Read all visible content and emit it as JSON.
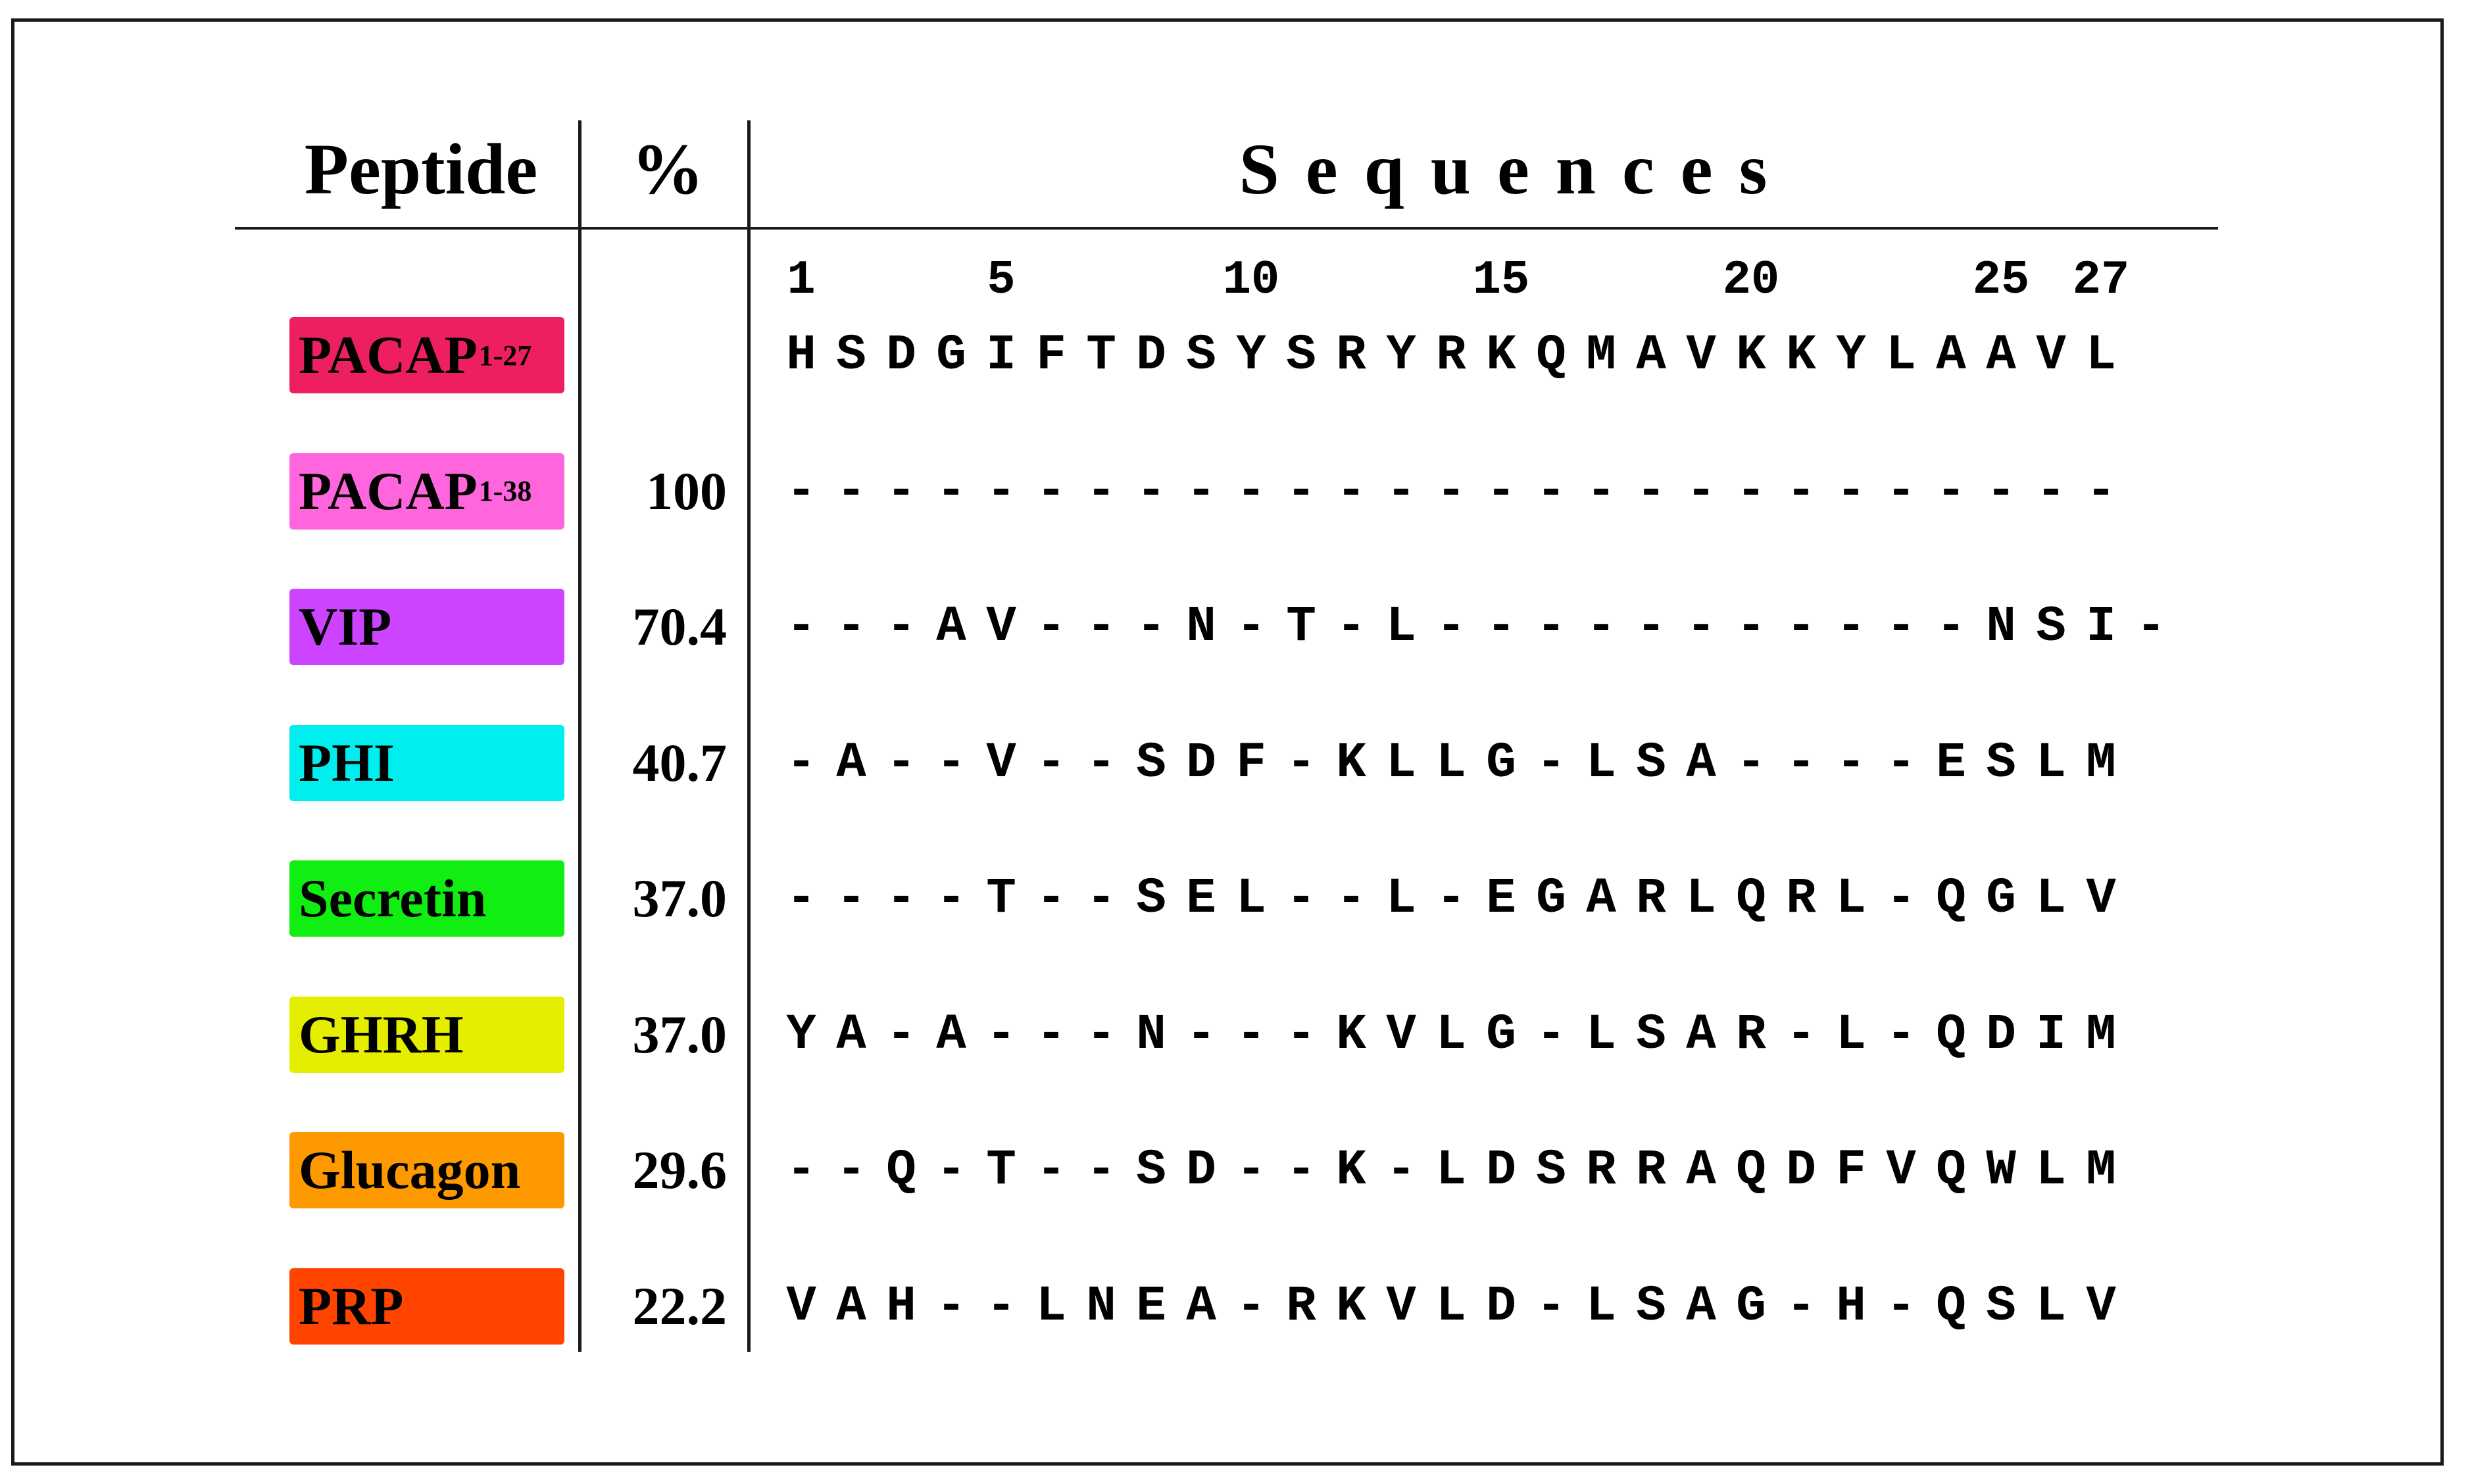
{
  "headers": {
    "peptide": "Peptide",
    "percent": "%",
    "sequences": "Sequences"
  },
  "positions": [
    "1",
    "5",
    "10",
    "15",
    "20",
    "25",
    "27"
  ],
  "position_index": [
    1,
    5,
    10,
    15,
    20,
    25,
    27
  ],
  "rows": [
    {
      "name": "PACAP",
      "sub": "1-27",
      "color": "#ee1f60",
      "percent": "",
      "sequence": "HSDGIFTDSYSRYRKQMAVKKYLAAVL"
    },
    {
      "name": "PACAP",
      "sub": "1-38",
      "color": "#ff66dd",
      "percent": "100",
      "sequence": "---------------------------"
    },
    {
      "name": "VIP",
      "sub": "",
      "color": "#cc44ff",
      "percent": "70.4",
      "sequence": "---AV---N-T-L-----------NSI-"
    },
    {
      "name": "PHI",
      "sub": "",
      "color": "#00eeee",
      "percent": "40.7",
      "sequence": "-A--V--SDF-KLLG-LSA----ESLM"
    },
    {
      "name": "Secretin",
      "sub": "",
      "color": "#11ee11",
      "percent": "37.0",
      "sequence": "----T--SEL--L-EGARLQRL-QGLV"
    },
    {
      "name": "GHRH",
      "sub": "",
      "color": "#e6ee00",
      "percent": "37.0",
      "sequence": "YA-A---N---KVLG-LSAR-L-QDIM"
    },
    {
      "name": "Glucagon",
      "sub": "",
      "color": "#ff9900",
      "percent": "29.6",
      "sequence": "--Q-T--SD--K-LDSRRAQDFVQWLM"
    },
    {
      "name": "PRP",
      "sub": "",
      "color": "#ff4400",
      "percent": "22.2",
      "sequence": "VAH--LNEA-RKVLD-LSAG-H-QSLV"
    }
  ]
}
